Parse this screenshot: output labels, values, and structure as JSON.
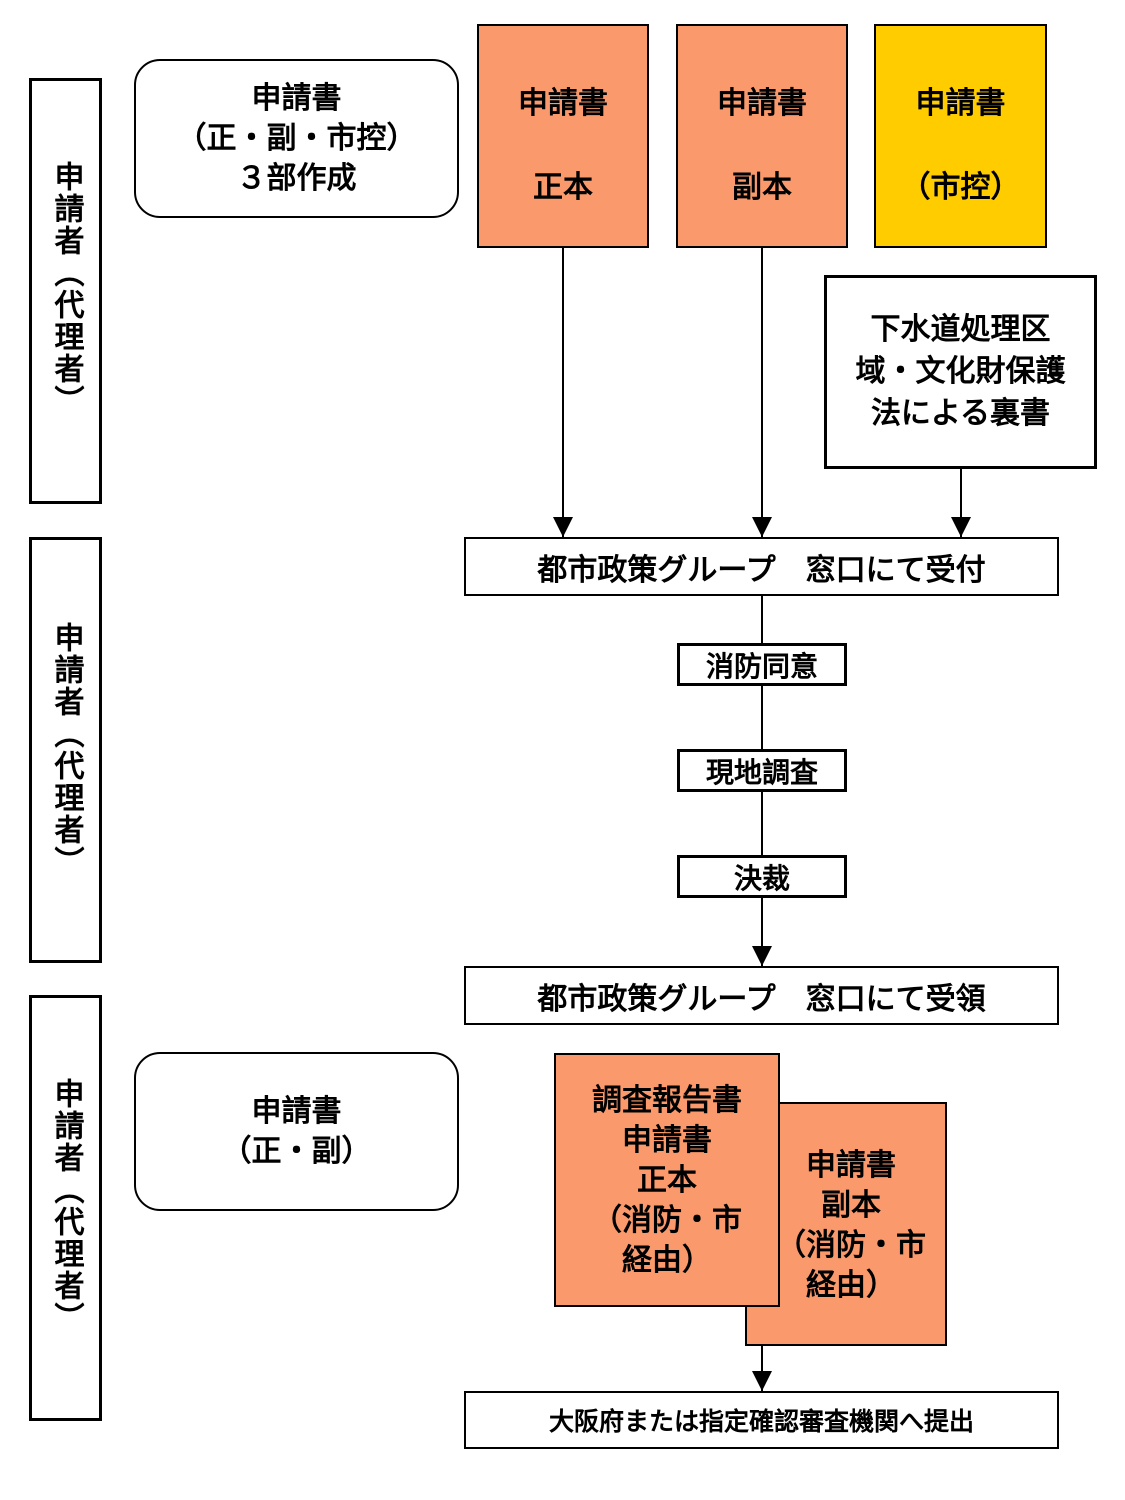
{
  "lanes": [
    {
      "label": "申請者（代理者）"
    },
    {
      "label": "申請者（代理者）"
    },
    {
      "label": "申請者（代理者）"
    }
  ],
  "top_note": {
    "lines": [
      "申請書",
      "（正・副・市控）",
      "３部作成"
    ]
  },
  "docs_top": [
    {
      "title": "申請書",
      "sub": "正本",
      "color": "#fa9a6c"
    },
    {
      "title": "申請書",
      "sub": "副本",
      "color": "#fa9a6c"
    },
    {
      "title": "申請書",
      "sub": "（市控）",
      "color": "#ffcc00"
    }
  ],
  "endorsement": "下水道処理区\n域・文化財保護\n法による裏書",
  "reception": "都市政策グループ　窓口にて受付",
  "steps": [
    "消防同意",
    "現地調査",
    "決裁"
  ],
  "receipt": "都市政策グループ　窓口にて受領",
  "bottom_note": {
    "lines": [
      "申請書",
      "（正・副）"
    ]
  },
  "docs_bottom": {
    "front": "調査報告書\n申請書\n正本\n（消防・市\n経由）",
    "back": "申請書\n副本\n（消防・市\n経由）"
  },
  "submit": "大阪府または指定確認審査機関へ提出"
}
